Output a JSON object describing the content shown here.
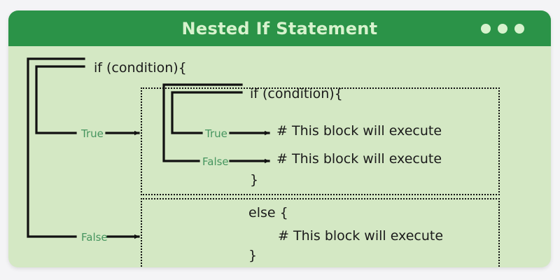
{
  "window": {
    "title": "Nested If Statement",
    "dots": [
      "dot-1",
      "dot-2",
      "dot-3"
    ]
  },
  "colors": {
    "page_background": "#f4f4f6",
    "card_background": "#d4e8c4",
    "header_green": "#2b9348",
    "title_text": "#d7f2cd",
    "code_text": "#1a1a1a",
    "branch_label": "#46955f",
    "connector_line": "#111111"
  },
  "diagram": {
    "outer": {
      "condition_text": "if (condition){",
      "true_label": "True",
      "false_label": "False"
    },
    "true_block": {
      "condition_text": "if (condition){",
      "true_label": "True",
      "true_code": "# This block will execute",
      "false_label": "False",
      "false_code": "# This block will execute",
      "close_brace": "}"
    },
    "false_block": {
      "else_text": "else {",
      "code": "# This block will execute",
      "close_brace": "}"
    }
  }
}
